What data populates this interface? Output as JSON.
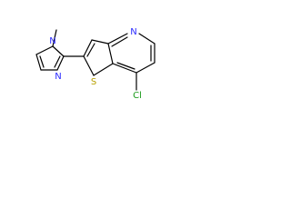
{
  "molecule": {
    "atoms": {
      "pyridine_n": "N",
      "imidazole_n_methyl": "N",
      "imidazole_n_ring": "N",
      "sulfur": "S",
      "chlorine": "Cl"
    },
    "colors": {
      "bond": "#000000",
      "nitrogen": "#2b2bff",
      "sulfur": "#b8a000",
      "chlorine": "#1b9a1b"
    }
  }
}
